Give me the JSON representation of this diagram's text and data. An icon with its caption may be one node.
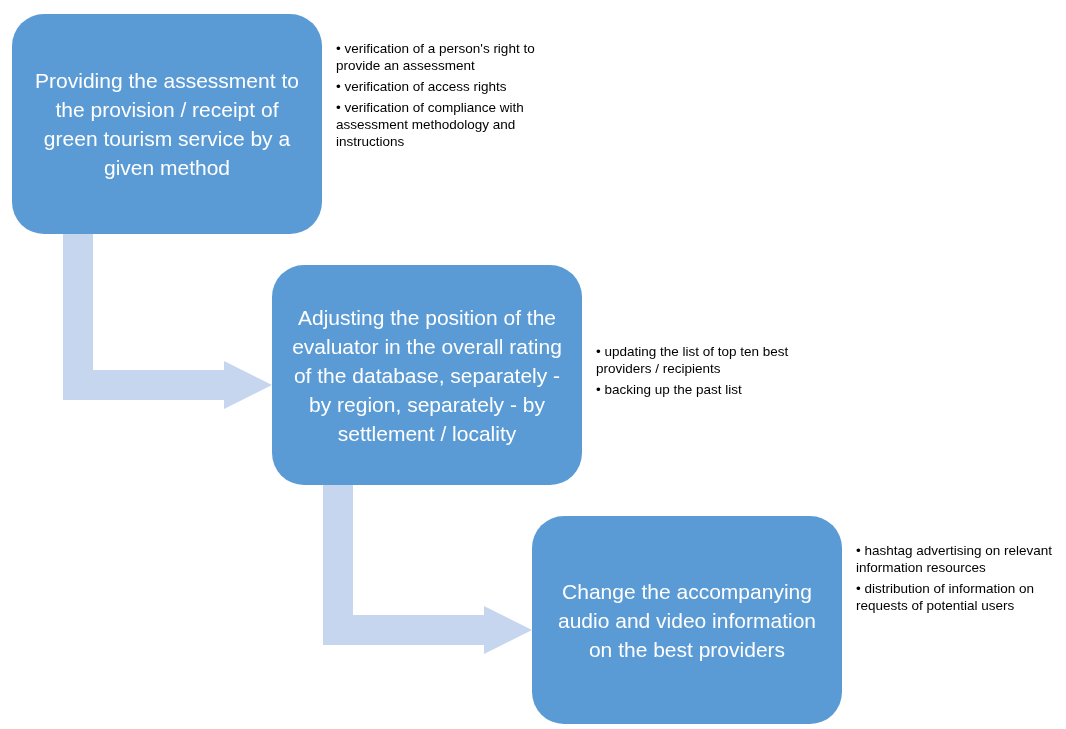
{
  "diagram": {
    "nodes": [
      {
        "text": [
          "Providing the assessment to the provision / receipt of green tourism service by a given method"
        ],
        "beside": [
          "• verification of a person's right to provide an assessment",
          "• verification of access rights",
          "• verification of compliance with assessment methodology and instructions"
        ]
      },
      {
        "text": [
          "Adjusting the position of the evaluator in the overall rating of the database, separately - by region, separately - by settlement / locality"
        ],
        "beside": [
          "• updating the list of top ten best providers / recipients",
          "• backing up the past list"
        ]
      },
      {
        "text": [
          "Change the accompanying audio and video information on the best providers"
        ],
        "beside": [
          "• hashtag advertising on relevant information resources",
          "• distribution of information on requests of potential users"
        ]
      }
    ],
    "edges": [
      {
        "from": 0,
        "to": 1,
        "arrow": "to"
      },
      {
        "from": 1,
        "to": 2,
        "arrow": "to"
      }
    ]
  }
}
